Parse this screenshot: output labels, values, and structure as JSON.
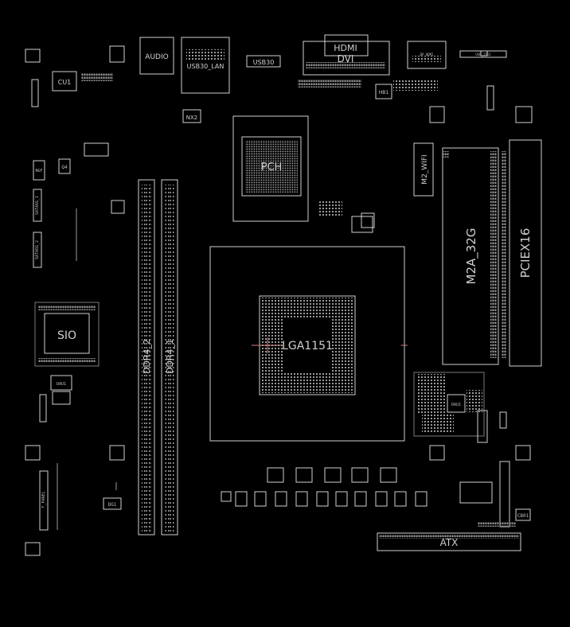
{
  "board": {
    "background": "#000000",
    "line_color": "#d8d8d8",
    "dim_line_color": "#9a9a9a",
    "accent_color": "#c9a0a0"
  },
  "labels": {
    "hdmi": "HDMI",
    "dvi": "DVI",
    "audio": "AUDIO",
    "usb30_lan": "USB30_LAN",
    "usb30": "USB30",
    "cu1": "CU1",
    "nx2": "NX2",
    "pch": "PCH",
    "m2_wifi": "M2_WIFI",
    "m2a_32g": "M2A_32G",
    "pciex16": "PCIEX16",
    "sio": "SIO",
    "lga1151": "LGA1151",
    "ddr4_2": "DDR4_2",
    "ddr4_1": "DDR4_1",
    "atx": "ATX",
    "hb1": "HB1",
    "daux1": "DAU1",
    "dau2": "DAU1",
    "dg1": "DG1",
    "cb01": "CB01",
    "sata_a": "SATA6G_1",
    "sata_b": "SATA6G_2",
    "q4": "Q4",
    "ngf": "NGF",
    "front": "F_PANEL",
    "dp_lbl": "DP_HDMI",
    "usb_lbl": "USB_1112"
  }
}
